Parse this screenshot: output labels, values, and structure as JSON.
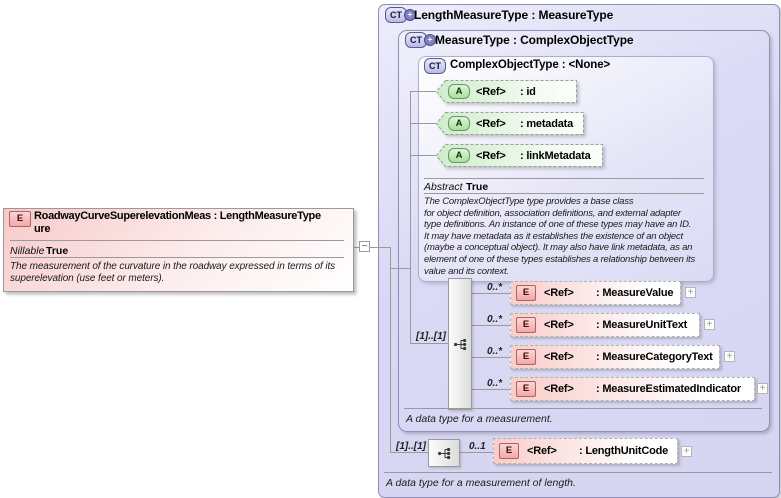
{
  "element_box": {
    "badge": "E",
    "title": "RoadwayCurveSuperelevationMeas : LengthMeasureType\nure",
    "property_name": "Nillable",
    "property_value": "True",
    "description": "The measurement of the curvature in the roadway expressed in terms of its\nsuperelevation (use feet or meters)."
  },
  "outer_box": {
    "badge": "CT",
    "title": "LengthMeasureType : MeasureType",
    "caption": "A data type for a measurement of length.",
    "sequence_cardinality": "[1]..[1]",
    "element": {
      "badge": "E",
      "ref": "<Ref>",
      "name": ": LengthUnitCode",
      "cardinality": "0..1"
    }
  },
  "measure_box": {
    "badge": "CT",
    "title": "MeasureType : ComplexObjectType",
    "caption": "A data type for a measurement.",
    "sequence_cardinality": "[1]..[1]",
    "elements": [
      {
        "badge": "E",
        "ref": "<Ref>",
        "name": ": MeasureValue",
        "cardinality": "0..*"
      },
      {
        "badge": "E",
        "ref": "<Ref>",
        "name": ": MeasureUnitText",
        "cardinality": "0..*"
      },
      {
        "badge": "E",
        "ref": "<Ref>",
        "name": ": MeasureCategoryText",
        "cardinality": "0..*"
      },
      {
        "badge": "E",
        "ref": "<Ref>",
        "name": ": MeasureEstimatedIndicator",
        "cardinality": "0..*"
      }
    ]
  },
  "complex_box": {
    "badge": "CT",
    "title": "ComplexObjectType : <None>",
    "attributes": [
      {
        "badge": "A",
        "ref": "<Ref>",
        "name": ": id"
      },
      {
        "badge": "A",
        "ref": "<Ref>",
        "name": ": metadata"
      },
      {
        "badge": "A",
        "ref": "<Ref>",
        "name": ": linkMetadata"
      }
    ],
    "property_name": "Abstract",
    "property_value": "True",
    "description": "The ComplexObjectType type provides a base class\nfor object definition, association definitions, and external adapter\ntype definitions. An instance of one of these types may have an ID.\nIt may have metadata as it establishes the existence of an object\n(maybe a conceptual object). It may also have link metadata, as an\nelement of one of these types establishes a relationship between its\nvalue and its context."
  },
  "icons": {
    "collapse": "−",
    "expand": "+",
    "ct_plus": "+"
  },
  "colors": {
    "lavender": "#d8d8f4",
    "pink": "#f8cdc9",
    "green": "#cdeec8",
    "line": "#9a9a9a"
  }
}
